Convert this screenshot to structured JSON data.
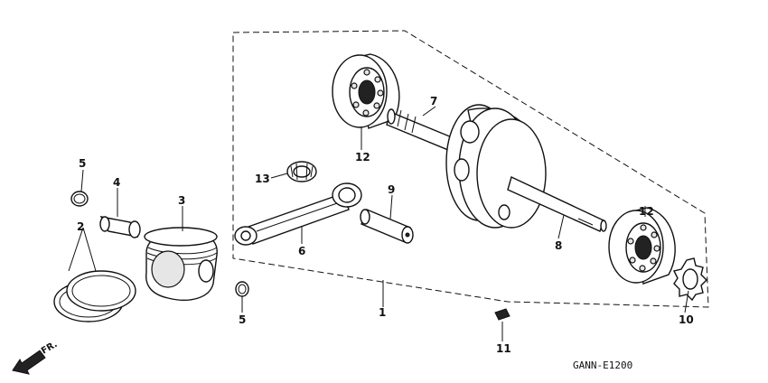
{
  "diagram": {
    "code": "GANN-E1200",
    "front_label": "FR.",
    "callouts": {
      "c1": "1",
      "c2": "2",
      "c3": "3",
      "c4": "4",
      "c5a": "5",
      "c5b": "5",
      "c6": "6",
      "c7": "7",
      "c8": "8",
      "c9": "9",
      "c10": "10",
      "c11": "11",
      "c12a": "12",
      "c12b": "12",
      "c13": "13"
    },
    "icons": [
      "front-arrow-icon"
    ]
  }
}
